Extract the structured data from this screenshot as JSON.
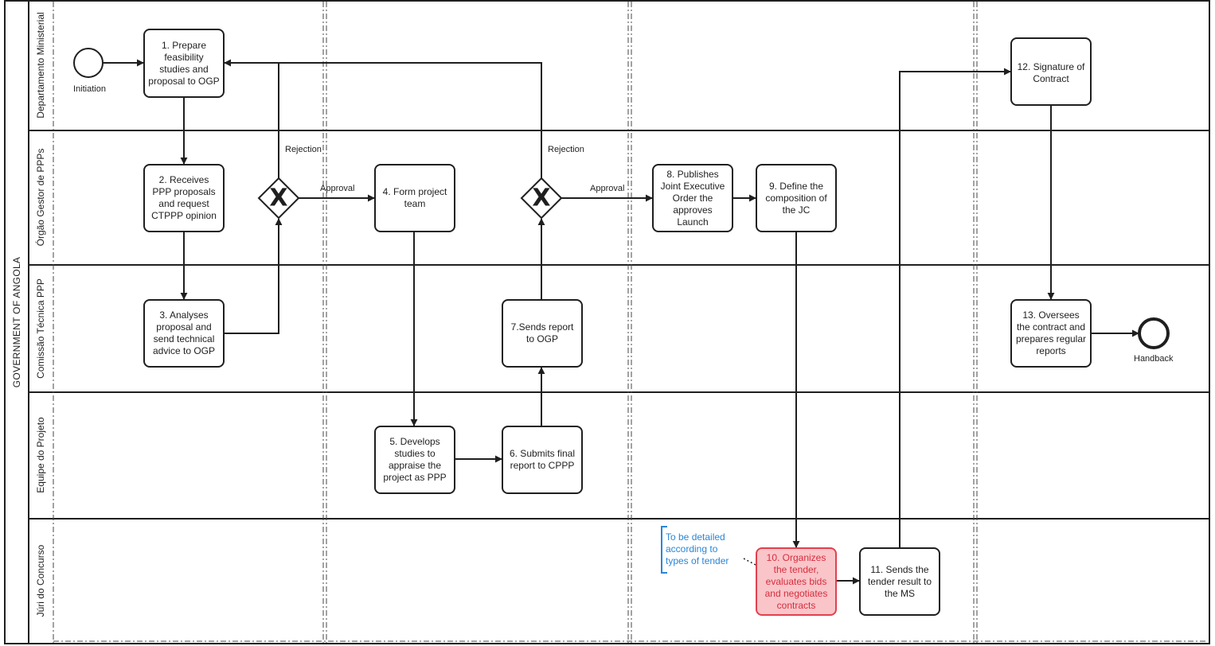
{
  "pool": {
    "title": "GOVERNMENT OF ANGOLA"
  },
  "lanes": [
    {
      "id": "dm",
      "label": "Departamento Ministerial"
    },
    {
      "id": "ogp",
      "label": "Órgão Gestor de PPPs"
    },
    {
      "id": "ctp",
      "label": "Comissão Técnica PPP"
    },
    {
      "id": "ep",
      "label": "Equipe do Projeto"
    },
    {
      "id": "jc",
      "label": "Júri do Concurso"
    }
  ],
  "events": {
    "start": {
      "label": "Initiation"
    },
    "end": {
      "label": "Handback"
    }
  },
  "tasks": {
    "t1": "1. Prepare feasibility studies and proposal to OGP",
    "t2": "2. Receives PPP proposals and request CTPPP opinion",
    "t3": "3. Analyses proposal and send technical advice to OGP",
    "t4": "4. Form project team",
    "t5": "5. Develops studies to appraise the project as PPP",
    "t6": "6. Submits final report to CPPP",
    "t7": "7.Sends report to OGP",
    "t8": "8. Publishes Joint Executive Order the approves Launch",
    "t9": "9. Define the composition of the JC",
    "t10": "10. Organizes the tender, evaluates bids and negotiates contracts",
    "t11": "11. Sends the tender result to the MS",
    "t12": "12. Signature of Contract",
    "t13": "13. Oversees the contract and prepares regular reports"
  },
  "gateways": {
    "symbol": "X",
    "g1": {
      "reject_label": "Rejection",
      "approve_label": "Approval"
    },
    "g2": {
      "reject_label": "Rejection",
      "approve_label": "Approval"
    }
  },
  "annotation": {
    "text": "To be detailed according to types of tender"
  },
  "colors": {
    "line": "#1f1f1f",
    "highlight_fill": "#f9c5c9",
    "highlight_stroke": "#e2404f",
    "highlight_text": "#d62d3d",
    "annotation": "#2a86d8"
  }
}
